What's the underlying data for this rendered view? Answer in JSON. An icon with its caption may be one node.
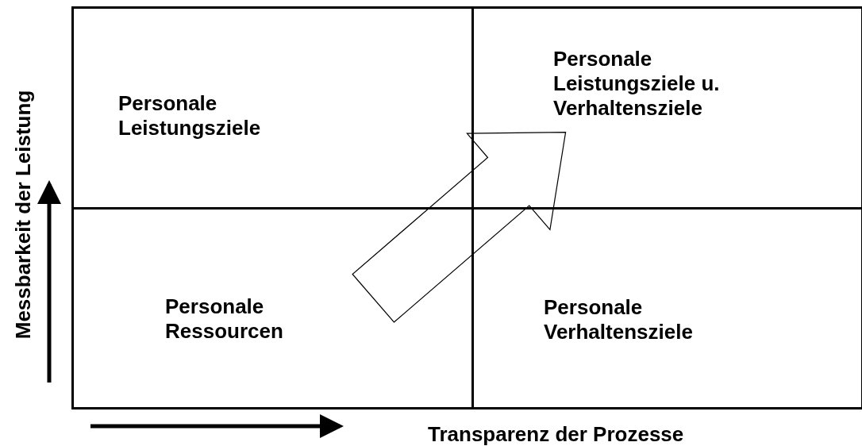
{
  "diagram": {
    "nodes": [
      {
        "text": [
          "Personale Leistungsziele"
        ]
      },
      {
        "text": [
          "Personale Leistungsziele u. Verhaltensziele"
        ]
      },
      {
        "text": [
          "Personale Ressourcen"
        ]
      },
      {
        "text": [
          "Personale Verhaltensziele"
        ]
      }
    ],
    "edges": [
      {
        "from": 2,
        "to": 1,
        "arrow": "to"
      }
    ],
    "labels": [
      "Messbarkeit der Leistung",
      "Transparenz der Prozesse"
    ]
  }
}
